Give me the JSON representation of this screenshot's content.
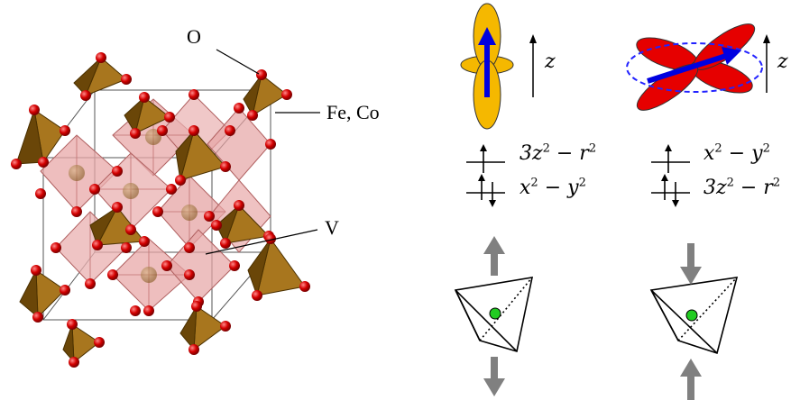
{
  "structure": {
    "label_oxygen": "O",
    "label_tetrahedral": "Fe, Co",
    "label_octahedral": "V"
  },
  "left_panel": {
    "axis_label": "z",
    "upper_orbital": {
      "base": "3z",
      "exp": "2",
      "rest": " − r",
      "exp2": "2"
    },
    "lower_orbital": {
      "base": "x",
      "exp": "2",
      "rest": " − y",
      "exp2": "2"
    },
    "distortion": "elongated",
    "orbital_color": "#f5b800"
  },
  "right_panel": {
    "axis_label": "z",
    "upper_orbital": {
      "base": "x",
      "exp": "2",
      "rest": " − y",
      "exp2": "2"
    },
    "lower_orbital": {
      "base": "3z",
      "exp": "2",
      "rest": " − r",
      "exp2": "2"
    },
    "distortion": "compressed",
    "orbital_color": "#e60000"
  },
  "colors": {
    "oxygen": "#d40000",
    "tetrahedron": "#8a5a10",
    "octahedron": "#e8a0a0",
    "spin_arrow": "#0000e0",
    "center_atom": "#22cc22",
    "strain_arrow": "#808080"
  }
}
